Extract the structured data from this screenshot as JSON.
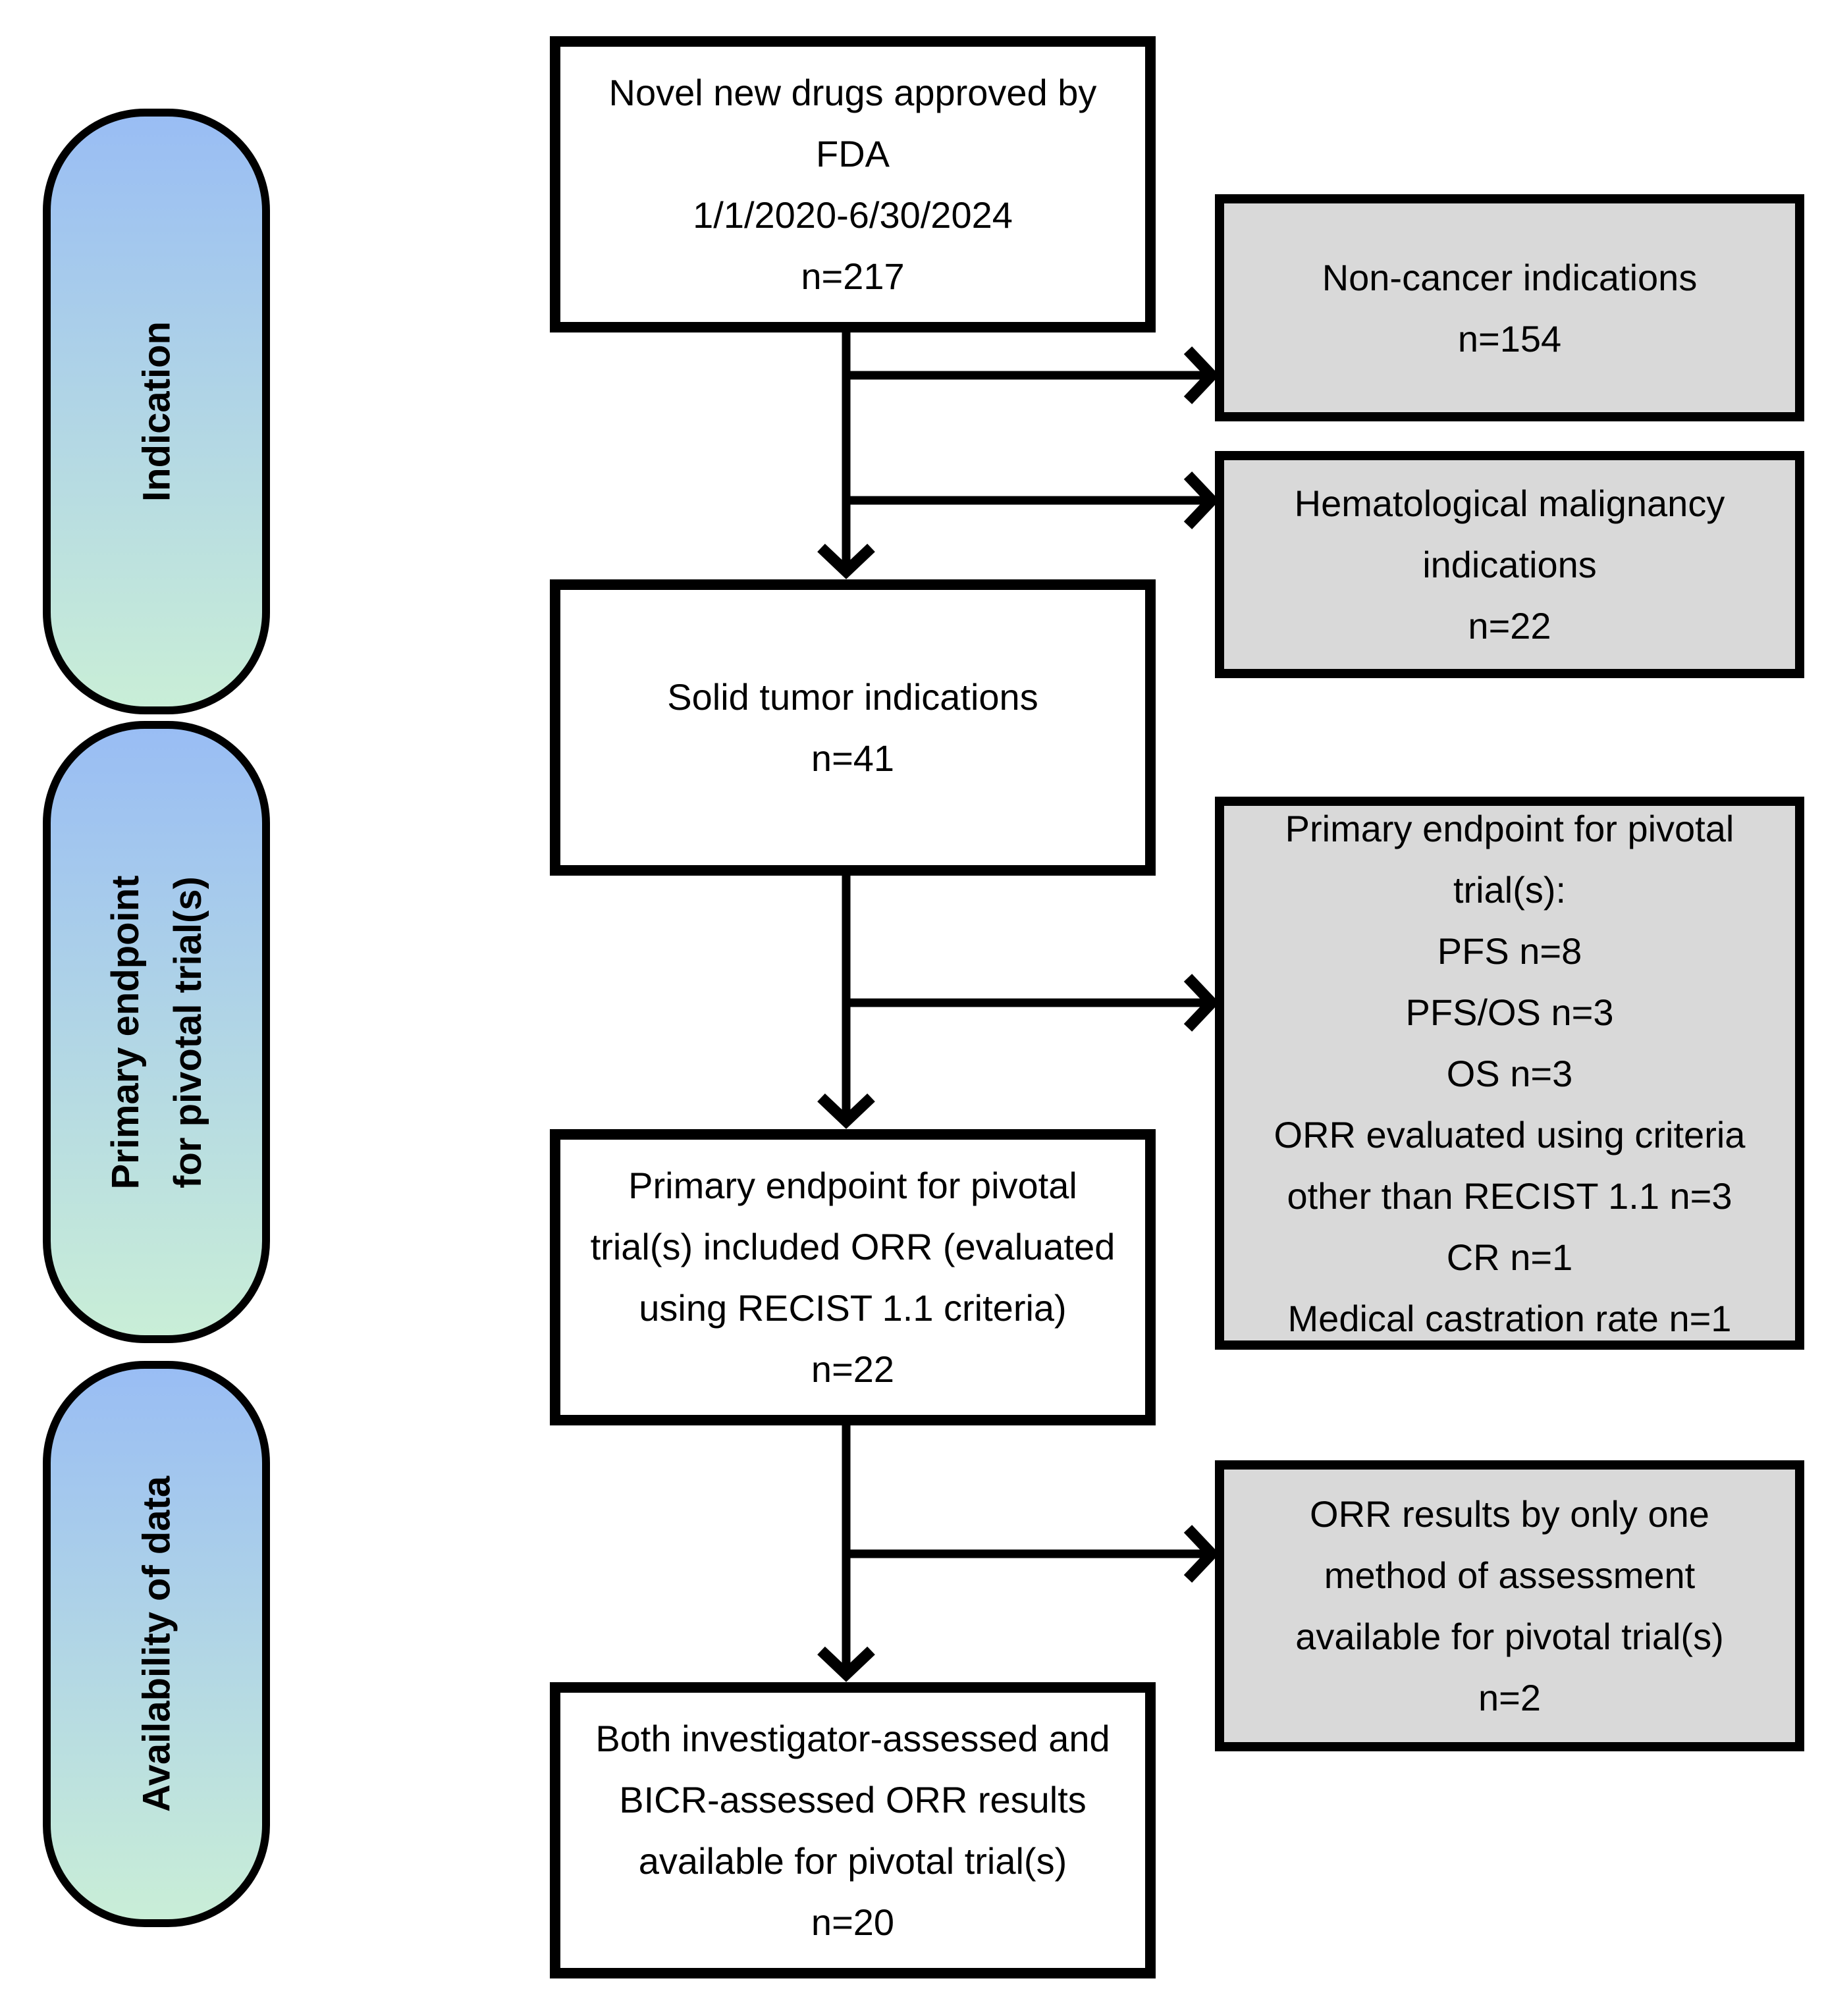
{
  "diagram": {
    "stages": [
      {
        "label_lines": [
          "Indication"
        ]
      },
      {
        "label_lines": [
          "Primary endpoint",
          "for pivotal trial(s)"
        ]
      },
      {
        "label_lines": [
          "Availability of data"
        ]
      }
    ],
    "main_boxes": [
      {
        "lines": [
          "Novel new drugs approved by",
          "FDA",
          "1/1/2020-6/30/2024",
          "n=217"
        ]
      },
      {
        "lines": [
          "Solid tumor indications",
          "n=41"
        ]
      },
      {
        "lines": [
          "Primary endpoint for pivotal",
          "trial(s) included ORR (evaluated",
          "using RECIST 1.1 criteria)",
          "n=22"
        ]
      },
      {
        "lines": [
          "Both investigator-assessed and",
          "BICR-assessed ORR results",
          "available for pivotal trial(s)",
          "n=20"
        ]
      }
    ],
    "exclusion_boxes": [
      {
        "lines": [
          "Non-cancer indications",
          "n=154"
        ]
      },
      {
        "lines": [
          "Hematological malignancy",
          "indications",
          "n=22"
        ]
      },
      {
        "lines": [
          "Primary endpoint for pivotal",
          "trial(s):",
          "PFS n=8",
          "PFS/OS n=3",
          "OS n=3",
          "ORR evaluated using criteria",
          "other than RECIST 1.1 n=3",
          "CR n=1",
          "Medical castration rate n=1"
        ]
      },
      {
        "lines": [
          "ORR results by only one",
          "method of assessment",
          "available for pivotal trial(s)",
          "n=2"
        ]
      }
    ],
    "colors": {
      "stage_gradient_top": "#99bdf4",
      "stage_gradient_bottom": "#c9eed7",
      "exclusion_fill": "#d9d9d9",
      "main_fill": "#ffffff",
      "border": "#000000",
      "arrow": "#000000",
      "background": "#ffffff"
    }
  }
}
